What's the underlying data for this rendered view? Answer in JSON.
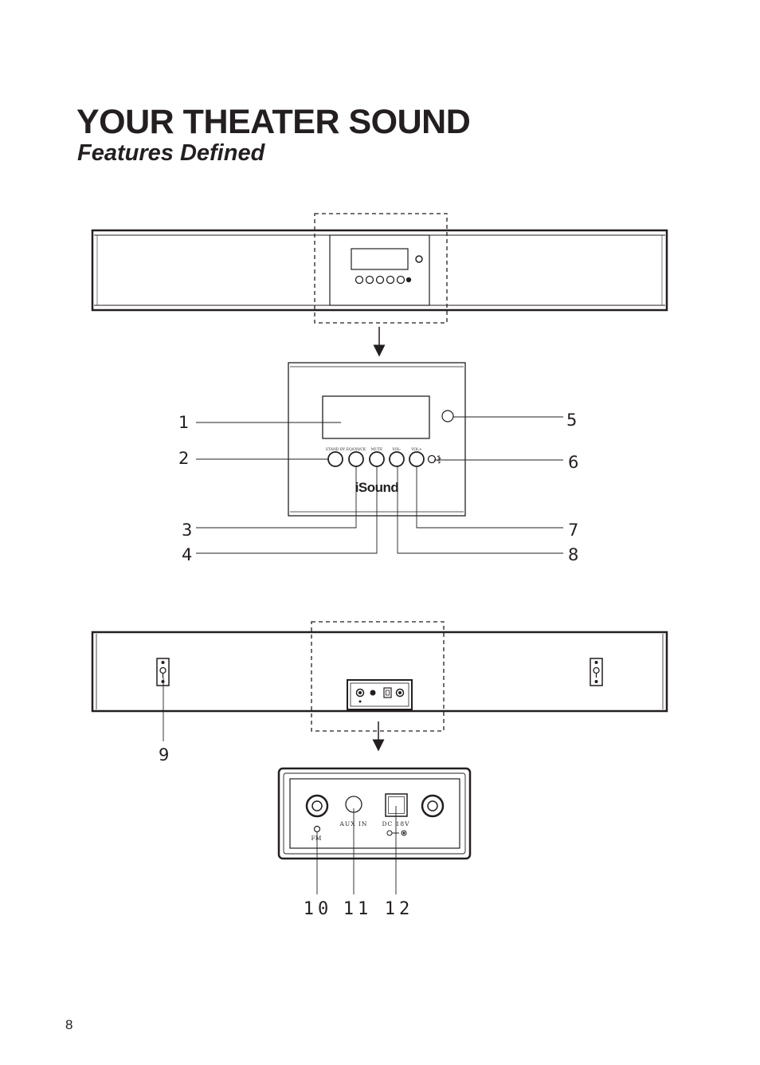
{
  "header": {
    "title": "YOUR THEATER SOUND",
    "subtitle": "Features Defined"
  },
  "front_panel": {
    "button_labels": [
      "STAND BY",
      "EQ/ON/CK",
      "MUTE",
      "VOL-",
      "VOL+"
    ],
    "logo": "iSound",
    "callouts": [
      "1",
      "2",
      "3",
      "4",
      "5",
      "6",
      "7",
      "8"
    ]
  },
  "back_panel": {
    "callouts": [
      "9"
    ]
  },
  "connector_panel": {
    "aux_label": "AUX IN",
    "dc_label": "DC 18V",
    "fm_label": "FM",
    "callouts": [
      "10",
      "11",
      "12"
    ]
  },
  "footer": {
    "page_number": "8"
  }
}
